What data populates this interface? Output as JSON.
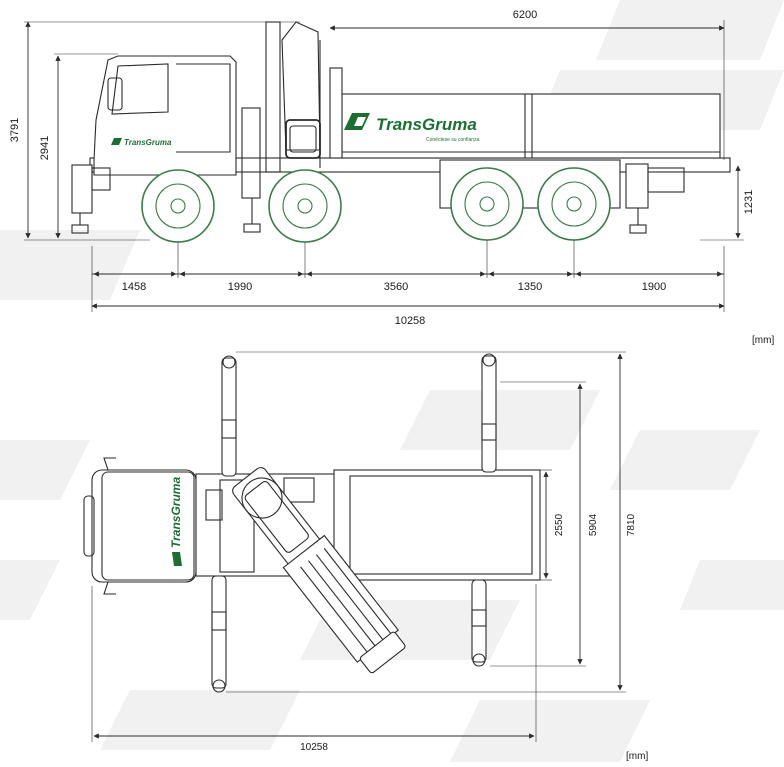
{
  "units_label": "[mm]",
  "side_view": {
    "overall_length_top": "6200",
    "total_height": "3791",
    "cab_height": "2941",
    "rear_height": "1231",
    "segments": [
      "1458",
      "1990",
      "3560",
      "1350",
      "1900"
    ],
    "overall_length": "10258"
  },
  "top_view": {
    "width_body": "2550",
    "width_outriggers_front": "5904",
    "width_outriggers_total": "7810",
    "overall_length": "10258"
  },
  "branding": {
    "name": "TransGruma",
    "tagline": "Conéctese su confianza",
    "color": "#1e6e33"
  },
  "colors": {
    "wheel_accent": "#3f7a4c",
    "line": "#2a2a2a",
    "watermark": "#eeeeee"
  }
}
